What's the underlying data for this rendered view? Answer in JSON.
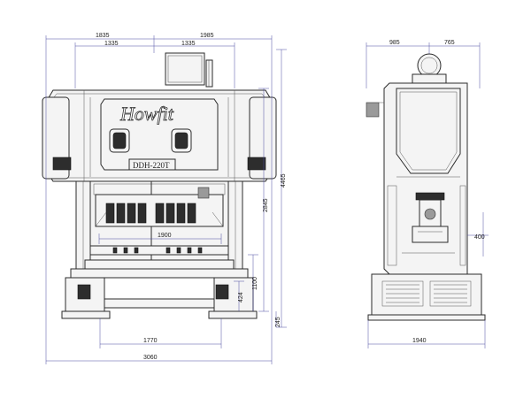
{
  "front_view": {
    "brand_text": "Howfit",
    "model_text": "DDH-220T",
    "dims": {
      "top_left": "1835",
      "top_right": "1985",
      "upper_left": "1335",
      "upper_right": "1335",
      "inner_width": "1900",
      "bottom_left": "1770",
      "bottom_total": "3060",
      "right_total_height": "4465",
      "right_upper_height": "2845",
      "right_mid_height": "1100",
      "right_small_height": "424",
      "right_bottom_height": "245"
    }
  },
  "side_view": {
    "dims": {
      "top_left": "985",
      "top_right": "765",
      "right_height": "400",
      "bottom_width": "1940"
    }
  }
}
